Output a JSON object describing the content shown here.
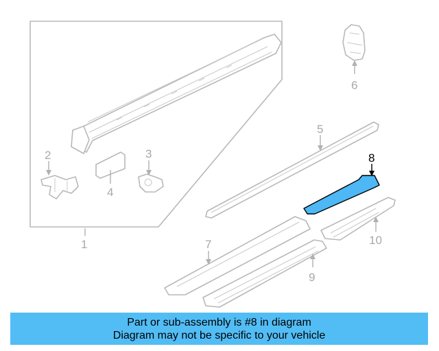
{
  "diagram": {
    "highlight_color": "#4db8f5",
    "callouts": {
      "c1": "1",
      "c2": "2",
      "c3": "3",
      "c4": "4",
      "c5": "5",
      "c6": "6",
      "c7": "7",
      "c8": "8",
      "c9": "9",
      "c10": "10"
    },
    "highlighted_part": "8"
  },
  "banner": {
    "line1": "Part or sub-assembly is #8 in diagram",
    "line2": "Diagram may not be specific to your vehicle",
    "color": "#52bdf5"
  }
}
